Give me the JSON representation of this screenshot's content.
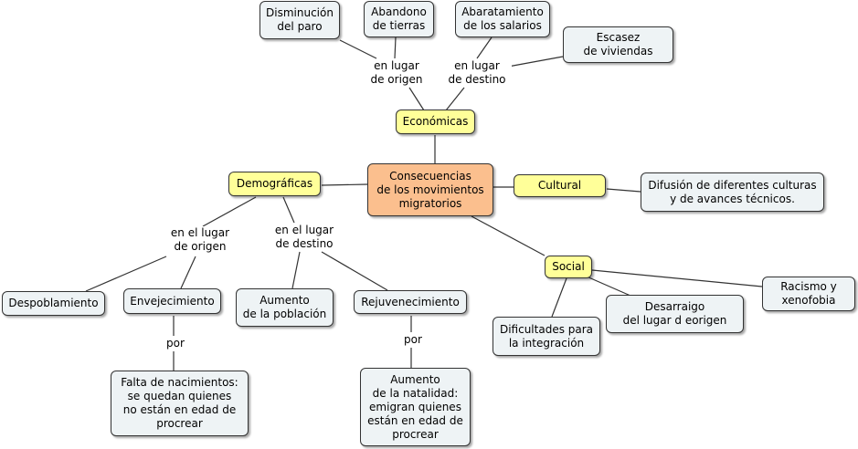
{
  "nodes": {
    "central": "Consecuencias\nde los movimientos\nmigratorios",
    "economicas": "Económicas",
    "demograficas": "Demográficas",
    "cultural": "Cultural",
    "social": "Social",
    "disminucion_paro": "Disminución\ndel paro",
    "abandono_tierras": "Abandono\nde tierras",
    "abaratamiento_salarios": "Abaratamiento\nde los salarios",
    "escasez_viviendas": "Escasez\nde viviendas",
    "difusion_culturas": "Difusión de diferentes culturas\ny de avances técnicos.",
    "despoblamiento": "Despoblamiento",
    "envejecimiento": "Envejecimiento",
    "aumento_poblacion": "Aumento\nde la población",
    "rejuvenecimiento": "Rejuvenecimiento",
    "falta_nacimientos": "Falta de nacimientos:\nse quedan  quienes\nno están en edad de\nprocrear",
    "aumento_natalidad": "Aumento\nde la natalidad:\nemigran quienes\nestán en edad de\nprocrear",
    "dificultades_integracion": "Dificultades para\nla integración",
    "desarraigo": "Desarraigo\ndel lugar d eorigen",
    "racismo": "Racismo y\nxenofobia"
  },
  "labels": {
    "eco_origen": "en lugar\nde origen",
    "eco_destino": "en lugar\nde destino",
    "dem_origen": "en el lugar\nde origen",
    "dem_destino": "en el lugar\nde destino",
    "por_envejecimiento": "por",
    "por_rejuvenecimiento": "por"
  }
}
